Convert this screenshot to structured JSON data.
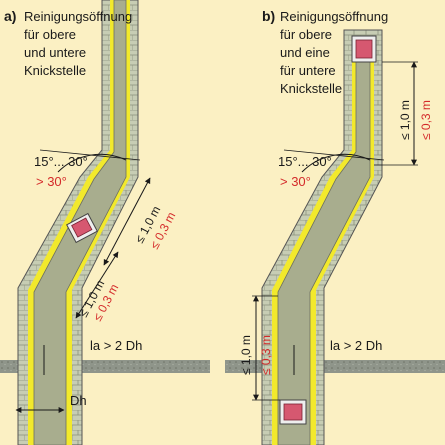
{
  "panel_a": {
    "letter": "a)",
    "caption_lines": [
      "Reinigungsöffnung",
      "für obere",
      "und untere",
      "Knickstelle"
    ],
    "angle_range": "15°... 30°",
    "angle_limit": "> 30°",
    "dist_upper_black": "≤ 1,0 m",
    "dist_upper_red": "≤ 0,3 m",
    "dist_lower_black": "≤ 1,0 m",
    "dist_lower_red": "≤ 0,3 m",
    "la_label": "la > 2 Dh",
    "dh_label": "Dh"
  },
  "panel_b": {
    "letter": "b)",
    "caption_lines": [
      "Reinigungsöffnung",
      "für obere",
      "und eine",
      "für untere",
      "Knickstelle"
    ],
    "angle_range": "15°... 30°",
    "angle_limit": "> 30°",
    "dist_top_black": "≤ 1,0 m",
    "dist_top_red": "≤ 0,3 m",
    "dist_bottom_black": "≤ 1,0 m",
    "dist_bottom_red": "≤ 0,3 m",
    "la_label": "la > 2 Dh"
  },
  "colors": {
    "background": "#fbf0c3",
    "masonry": "#c7cdb4",
    "insulation": "#f2e92c",
    "flue": "#a8ad8e",
    "slab": "#8f958a",
    "accent_red": "#d42a2a",
    "door": "#d65870"
  }
}
